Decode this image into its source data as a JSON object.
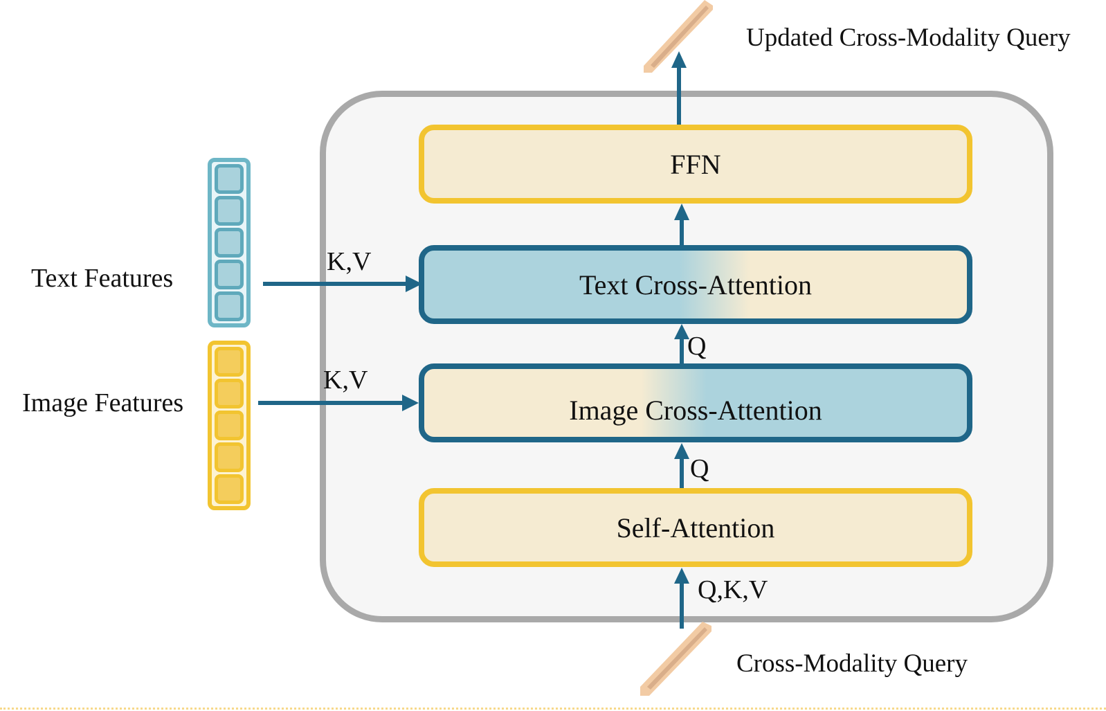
{
  "diagram": {
    "blocks": {
      "ffn": "FFN",
      "text_cross_attention": "Text Cross-Attention",
      "image_cross_attention": "Image Cross-Attention",
      "self_attention": "Self-Attention"
    },
    "inputs": {
      "text_features": "Text Features",
      "image_features": "Image Features",
      "text_kv": "K,V",
      "image_kv": "K,V"
    },
    "edge_labels": {
      "q_to_text": "Q",
      "q_to_image": "Q",
      "qkv_in": "Q,K,V"
    },
    "io": {
      "output_label": "Updated Cross-Modality Query",
      "input_label": "Cross-Modality Query"
    },
    "feature_cells": {
      "text": 5,
      "image": 5
    },
    "colors": {
      "arrow": "#1f6688",
      "yellow_border": "#f2c430",
      "yellow_fill": "#f5ebd2",
      "blue_border": "#1f6688",
      "blue_fill": "#acd3dd",
      "outer_border": "#a9a9a9",
      "query_token": "#f2cba4"
    }
  }
}
